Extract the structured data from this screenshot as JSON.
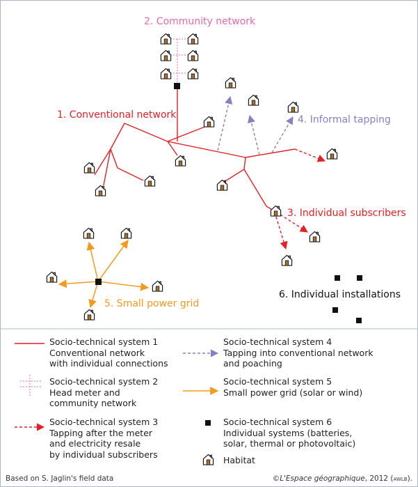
{
  "map_labels": {
    "community": "2. Community network",
    "conventional": "1. Conventional network",
    "informal": "4. Informal tapping",
    "subscribers": "3. Individual subscribers",
    "installations": "6. Individual installations",
    "small_grid": "5. Small power grid"
  },
  "legend": [
    {
      "lines": [
        "Socio-technical system 1",
        "Conventional network",
        "with individual connections"
      ],
      "symbol": "solid-red-line"
    },
    {
      "lines": [
        "Socio-technical system 2",
        "Head meter and",
        "community network"
      ],
      "symbol": "dotted-pink-tree"
    },
    {
      "lines": [
        "Socio-technical system 3",
        "Tapping after the meter",
        "and electricity resale",
        "by individual subscribers"
      ],
      "symbol": "dashed-red-arrow"
    },
    {
      "lines": [
        "Socio-technical system 4",
        "Tapping into conventional network",
        "and poaching"
      ],
      "symbol": "dashed-purple-arrow"
    },
    {
      "lines": [
        "Socio-technical system 5",
        "Small power grid (solar or wind)"
      ],
      "symbol": "orange-arrow"
    },
    {
      "lines": [
        "Socio-technical system 6",
        "Individual systems (batteries,",
        "solar, thermal or photovoltaic)"
      ],
      "symbol": "black-square"
    },
    {
      "lines": [
        "Habitat"
      ],
      "symbol": "house"
    }
  ],
  "footer": {
    "source": "Based on S. Jaglin's field data",
    "copyright_symbol": "©",
    "copyright_journal": "L'Espace géographique",
    "copyright_tail": ", 2012 (",
    "copyright_sc": "awlb",
    "copyright_end": ")."
  },
  "colors": {
    "system1": "#e41f26",
    "system2": "#e86aa6",
    "system3": "#e41f26",
    "system4": "#8a7fc0",
    "system5": "#f39a1f",
    "system6": "#111111",
    "frame": "#a9b6c6"
  }
}
